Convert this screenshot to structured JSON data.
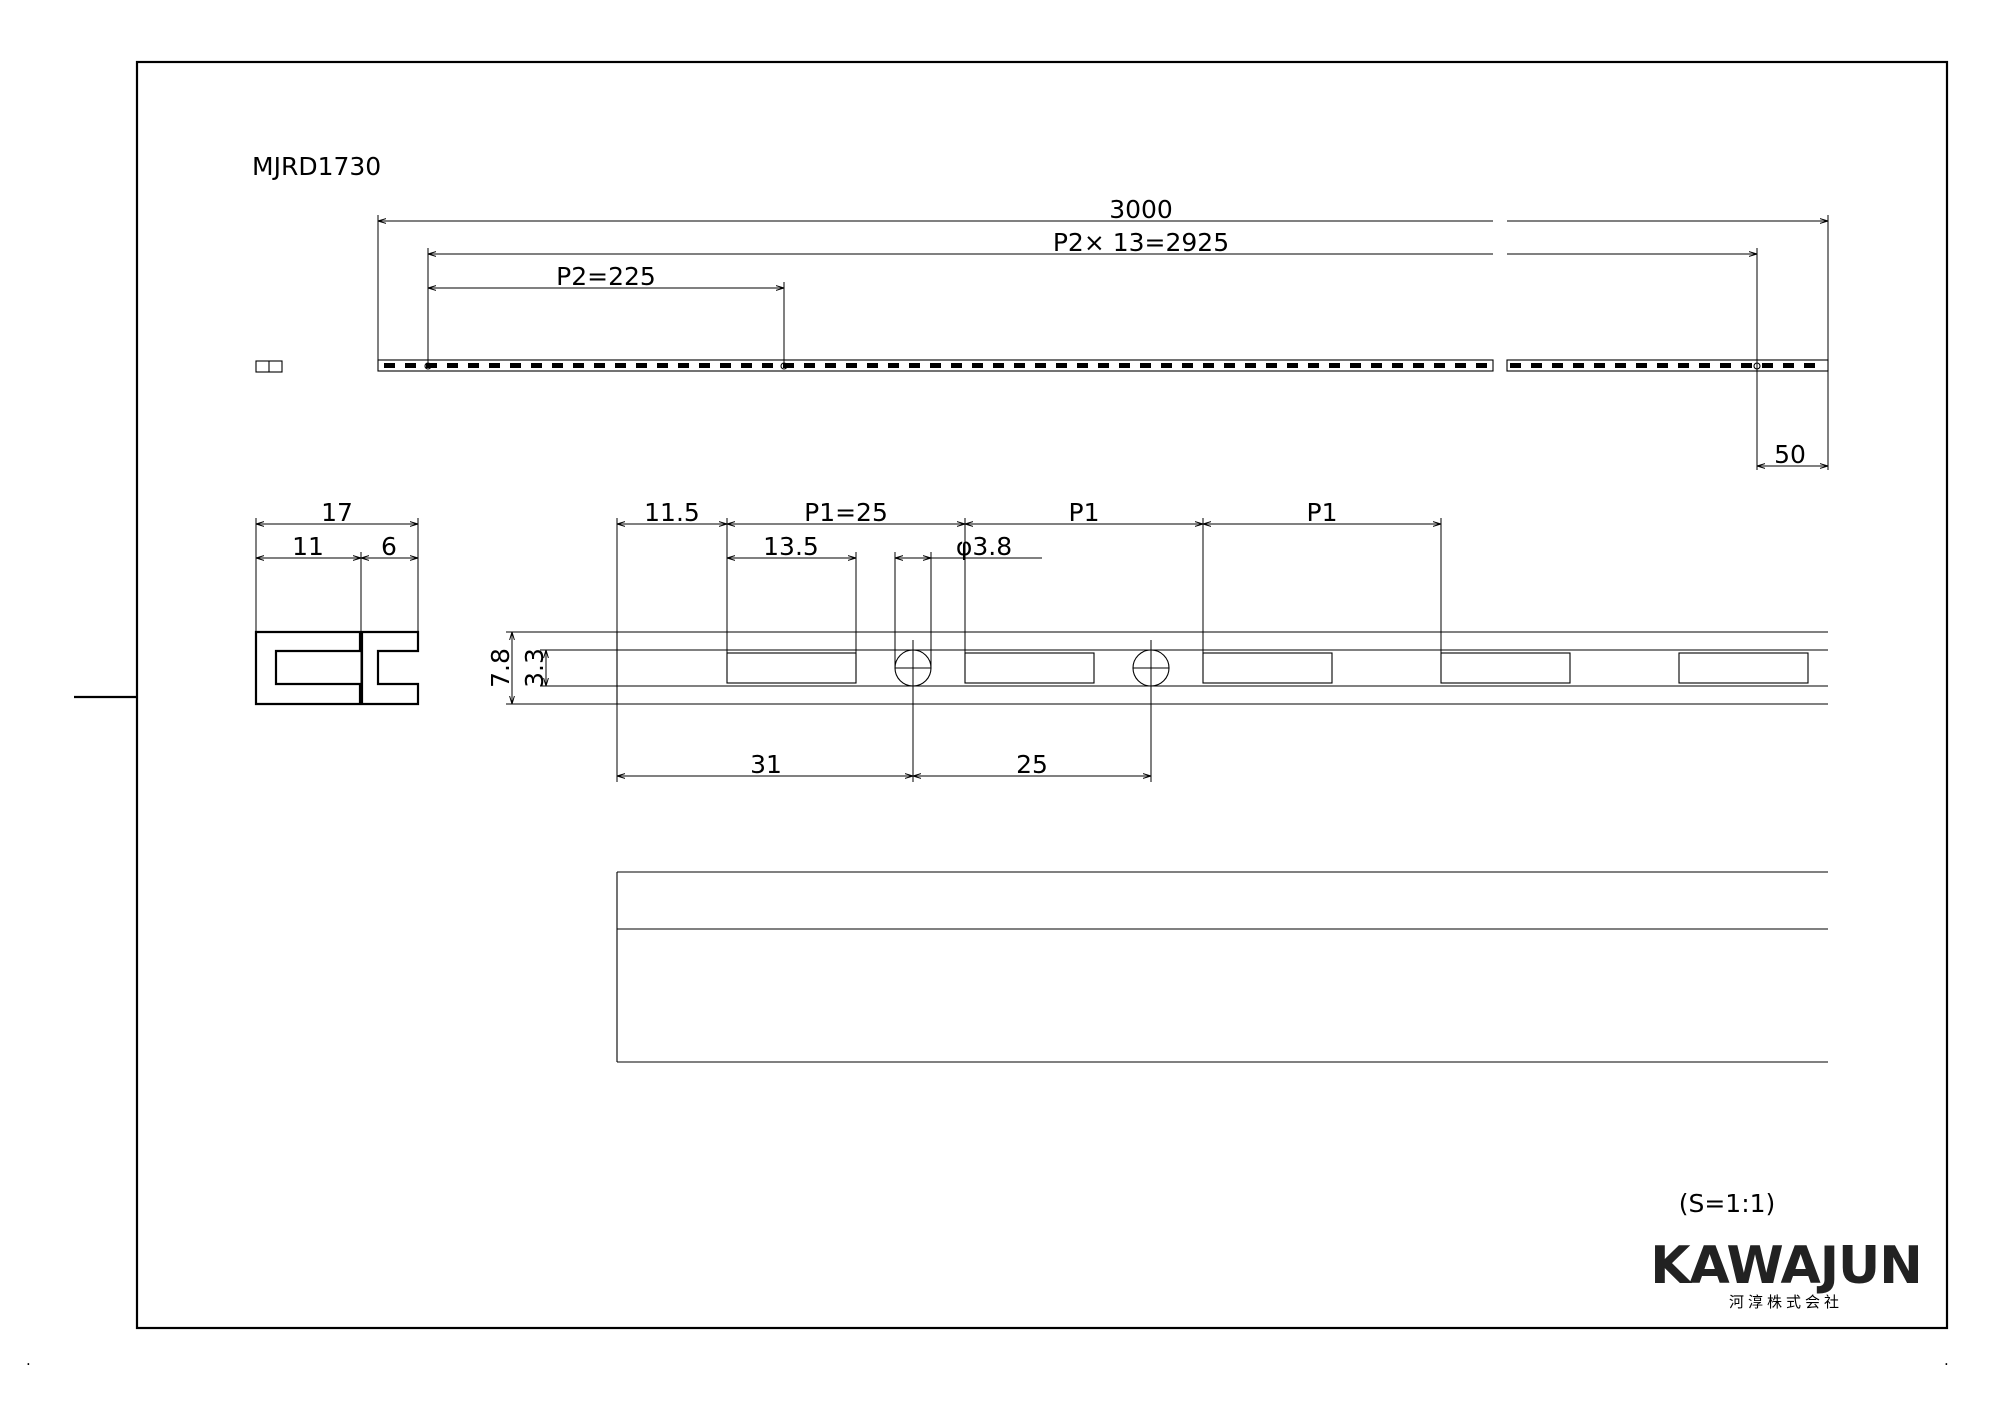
{
  "drawing": {
    "part_number": "MJRD1730",
    "scale": "(S=1:1)",
    "overview": {
      "total_length": "3000",
      "pitch_total": "P2× 13=2925",
      "pitch_p2": "P2=225",
      "end_offset": "50"
    },
    "section": {
      "width_total": "17",
      "width_left": "11",
      "width_right": "6"
    },
    "detail": {
      "start_offset": "11.5",
      "pitch_p1": "P1=25",
      "p1_a": "P1",
      "p1_b": "P1",
      "slot_length": "13.5",
      "hole_diameter": "φ3.8",
      "height_outer": "7.8",
      "height_inner": "3.3",
      "hole_offset": "31",
      "hole_pitch": "25"
    },
    "logo": {
      "name": "KAWAJUN",
      "company": "河淳株式会社"
    }
  }
}
